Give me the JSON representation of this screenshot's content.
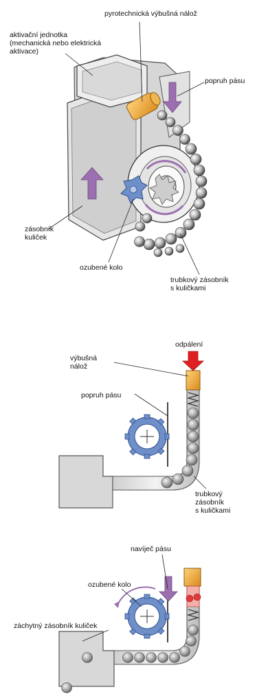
{
  "figure1": {
    "labels": {
      "explosive": "pyrotechnická výbušná nálož",
      "activation": "aktivační jednotka\n(mechanická nebo elektrická\naktivace)",
      "belt": "popruh pásu",
      "ball_reservoir": "zásobník\nkuliček",
      "gear": "ozubené kolo",
      "tube": "trubkový zásobník\ns kuličkami"
    }
  },
  "figure2": {
    "labels": {
      "firing": "odpálení",
      "charge": "výbušná\nnálož",
      "belt": "popruh pásu",
      "tube": "trubkový\nzásobník\ns kuličkami"
    }
  },
  "figure3": {
    "labels": {
      "retractor": "navíječ pásu",
      "gear": "ozubené kolo",
      "catch": "záchytný zásobník kuliček"
    }
  },
  "colors": {
    "housing": "#d8d8d8",
    "housing_dark": "#8a8a8a",
    "gear_blue": "#6f8fc9",
    "arrow_purple": "#9b6fb0",
    "charge_orange": "#e8a23a",
    "firing_red": "#e02020",
    "ball_gray": "#9a9a9a"
  }
}
